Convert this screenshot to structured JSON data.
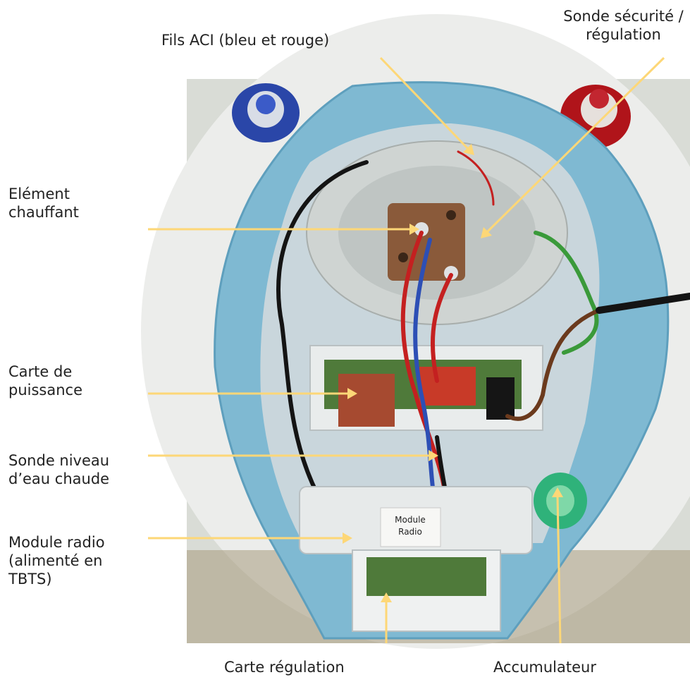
{
  "labels": {
    "fils_aci": "Fils ACI (bleu et rouge)",
    "sonde_securite": "Sonde sécurité /\nrégulation",
    "element_chauffant": "Elément\nchauffant",
    "carte_puissance": "Carte de\npuissance",
    "sonde_niveau": "Sonde niveau\nd’eau chaude",
    "module_radio": "Module radio\n(alimenté en\nTBTS)",
    "carte_regulation": "Carte régulation",
    "accumulateur": "Accumulateur"
  },
  "module_sticker": {
    "line1": "Module",
    "line2": "Radio"
  },
  "colors": {
    "leader_line": "#fdd777",
    "housing_blue": "#7fb9d2",
    "housing_blue_dark": "#5e9fbd",
    "tank_white": "#e9ebe9",
    "flange_grey": "#cfd4d2",
    "heater_brown": "#8a5a3a",
    "card_red": "#a64a30",
    "pcb_green": "#4f7a3a",
    "cap_blue": "#2a46a8",
    "cap_red": "#b0141a",
    "accumulator_green": "#2fb27a",
    "wire_red": "#c42020",
    "wire_blue": "#2d4fb5",
    "wire_black": "#141414",
    "wire_brown": "#6b3a1d",
    "wire_green": "#3a9a3a"
  }
}
